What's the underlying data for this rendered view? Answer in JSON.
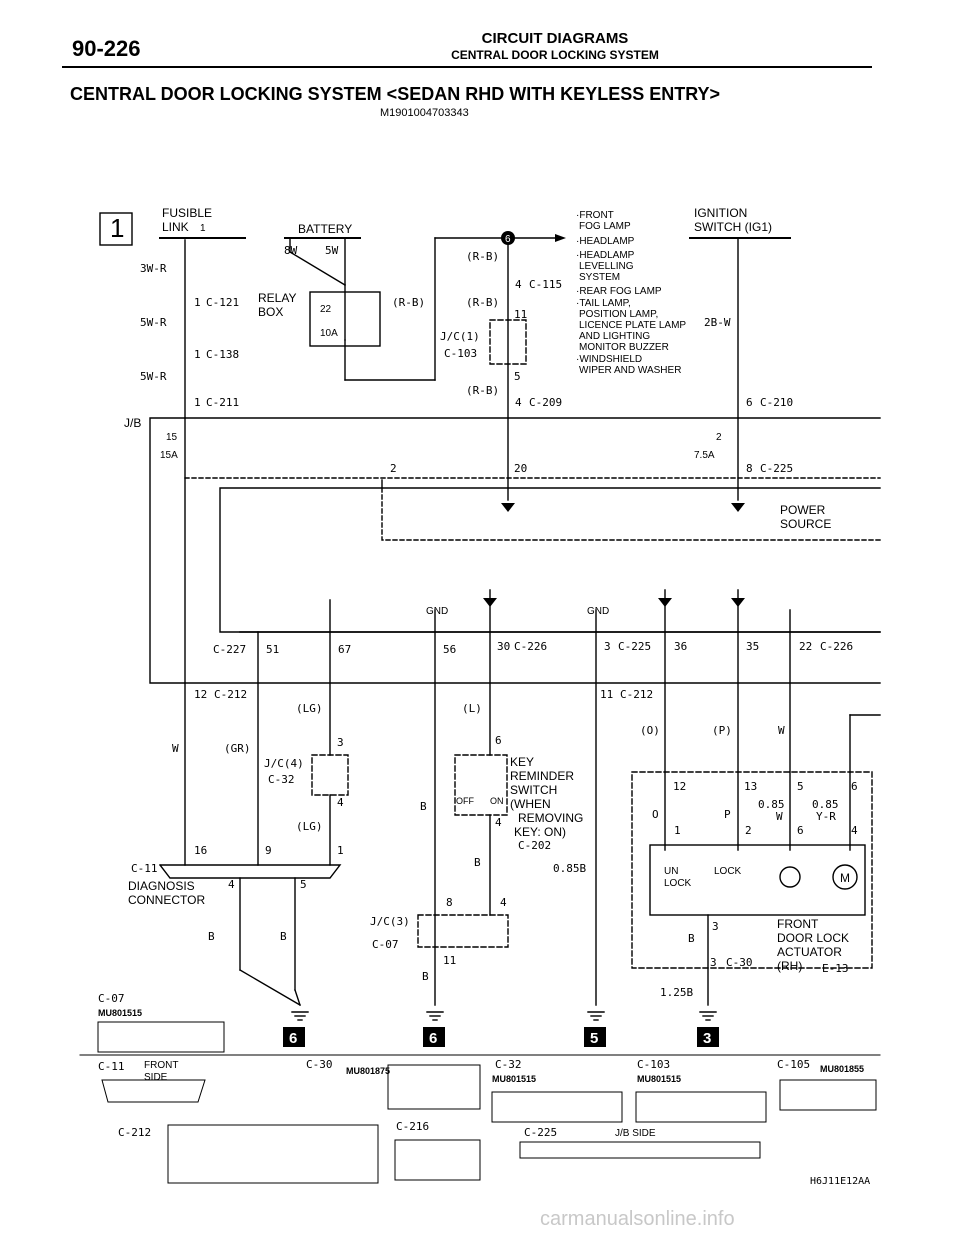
{
  "header": {
    "page_number": "90-226",
    "section": "CIRCUIT DIAGRAMS",
    "subsection": "CENTRAL DOOR LOCKING SYSTEM"
  },
  "title": "CENTRAL DOOR LOCKING SYSTEM <SEDAN RHD WITH KEYLESS ENTRY>",
  "doc_code": "M1901004703343",
  "sheet_number": "1",
  "labels": {
    "fusible_link": "FUSIBLE",
    "fusible_link2": "LINK",
    "fusible_no": "1",
    "battery": "BATTERY",
    "relay_box": "RELAY",
    "relay_box2": "BOX",
    "relay_fuse_no": "22",
    "relay_fuse_amp": "10A",
    "ignition": "IGNITION",
    "ignition2": "SWITCH (IG1)",
    "jb": "J/B",
    "fuse15": "15",
    "fuse15_amp": "15A",
    "fuse2": "2",
    "fuse2_amp": "7.5A",
    "power_source": "POWER",
    "power_source2": "SOURCE",
    "gnd": "GND",
    "key_reminder": [
      "KEY",
      "REMINDER",
      "SWITCH",
      "(WHEN",
      "REMOVING",
      "KEY: ON)"
    ],
    "off": "OFF",
    "on": "ON",
    "diag": "DIAGNOSIS",
    "diag2": "CONNECTOR",
    "door_lock": [
      "FRONT",
      "DOOR LOCK",
      "ACTUATOR",
      "(RH)"
    ],
    "unlock": "UN",
    "unlock2": "LOCK",
    "lock": "LOCK",
    "motor": "M",
    "jc1": "J/C(1)",
    "jc3": "J/C(3)",
    "jc4": "J/C(4)",
    "front_side": "FRONT",
    "front_side2": "SIDE",
    "jb_side": "J/B SIDE",
    "figure_code": "H6J11E12AA",
    "splice_no": "6"
  },
  "fed_items": [
    "·FRONT",
    "FOG LAMP",
    "·HEADLAMP",
    "·HEADLAMP",
    "LEVELLING",
    "SYSTEM",
    "·REAR FOG LAMP",
    "·TAIL LAMP,",
    "POSITION LAMP,",
    "LICENCE PLATE LAMP",
    "AND LIGHTING",
    "MONITOR BUZZER",
    "·WINDSHIELD",
    "WIPER AND WASHER"
  ],
  "wires": {
    "w1": "3W-R",
    "w2": "5W-R",
    "w3": "5W-R",
    "w4": "8W",
    "w5": "5W",
    "w6": "(R-B)",
    "w7": "(R-B)",
    "w8": "(R-B)",
    "w9": "(R-B)",
    "w10": "2B-W",
    "w11": "W",
    "w12": "(GR)",
    "w13": "(LG)",
    "w14": "(LG)",
    "w15": "(L)",
    "w16": "B",
    "w17": "B",
    "w18": "0.85B",
    "w19": "(O)",
    "w20": "(P)",
    "w21": "W",
    "w22": "O",
    "w23": "P",
    "w24": "0.85",
    "w25": "W",
    "w26": "0.85",
    "w27": "Y-R",
    "w28": "B",
    "w29": "B",
    "w30": "B",
    "w31": "B",
    "w32": "1.25B"
  },
  "connectors": {
    "c121": "C-121",
    "c138": "C-138",
    "c211": "C-211",
    "c115": "C-115",
    "c103": "C-103",
    "c209": "C-209",
    "c210": "C-210",
    "c225a": "C-225",
    "c227": "C-227",
    "c226a": "C-226",
    "c225b": "C-225",
    "c226b": "C-226",
    "c212a": "C-212",
    "c212b": "C-212",
    "c32a": "C-32",
    "c202": "C-202",
    "c11a": "C-11",
    "c07a": "C-07",
    "c30a": "C-30",
    "e13": "E-13",
    "c07b": "C-07",
    "c11b": "C-11",
    "c212c": "C-212",
    "c30b": "C-30",
    "c216": "C-216",
    "c32b": "C-32",
    "c225c": "C-225",
    "c103b": "C-103",
    "c105": "C-105"
  },
  "pins": {
    "p_c121": "1",
    "p_c138": "1",
    "p_c211": "1",
    "p_c115": "4",
    "p_jc1_top": "11",
    "p_jc1_bot": "5",
    "p_c209": "4",
    "p_c210": "6",
    "p_jb_2": "2",
    "p_jb_20": "20",
    "p_c225_8": "8",
    "p_51": "51",
    "p_67": "67",
    "p_56": "56",
    "p_30": "30",
    "p_3": "3",
    "p_36": "36",
    "p_35": "35",
    "p_22": "22",
    "p_c212_12": "12",
    "p_c212_11": "11",
    "p_jc4_3": "3",
    "p_jc4_4": "4",
    "p_ks_6": "6",
    "p_ks_4": "4",
    "p_d16": "16",
    "p_d9": "9",
    "p_d1": "1",
    "p_d4": "4",
    "p_d5": "5",
    "p_jc3_8": "8",
    "p_jc3_4": "4",
    "p_jc3_11": "11",
    "p_a12": "12",
    "p_a13": "13",
    "p_a5": "5",
    "p_a6": "6",
    "p_a1": "1",
    "p_a2": "2",
    "p_a6b": "6",
    "p_a4": "4",
    "p_a3": "3",
    "p_c30_3": "3"
  },
  "ground_marks": [
    "6",
    "6",
    "5",
    "3"
  ],
  "connector_part_numbers": {
    "mu801515_a": "MU801515",
    "mu801875": "MU801875",
    "mu801515_b": "MU801515",
    "mu801515_c": "MU801515",
    "mu801855": "MU801855"
  },
  "watermark": "carmanualsonline.info"
}
